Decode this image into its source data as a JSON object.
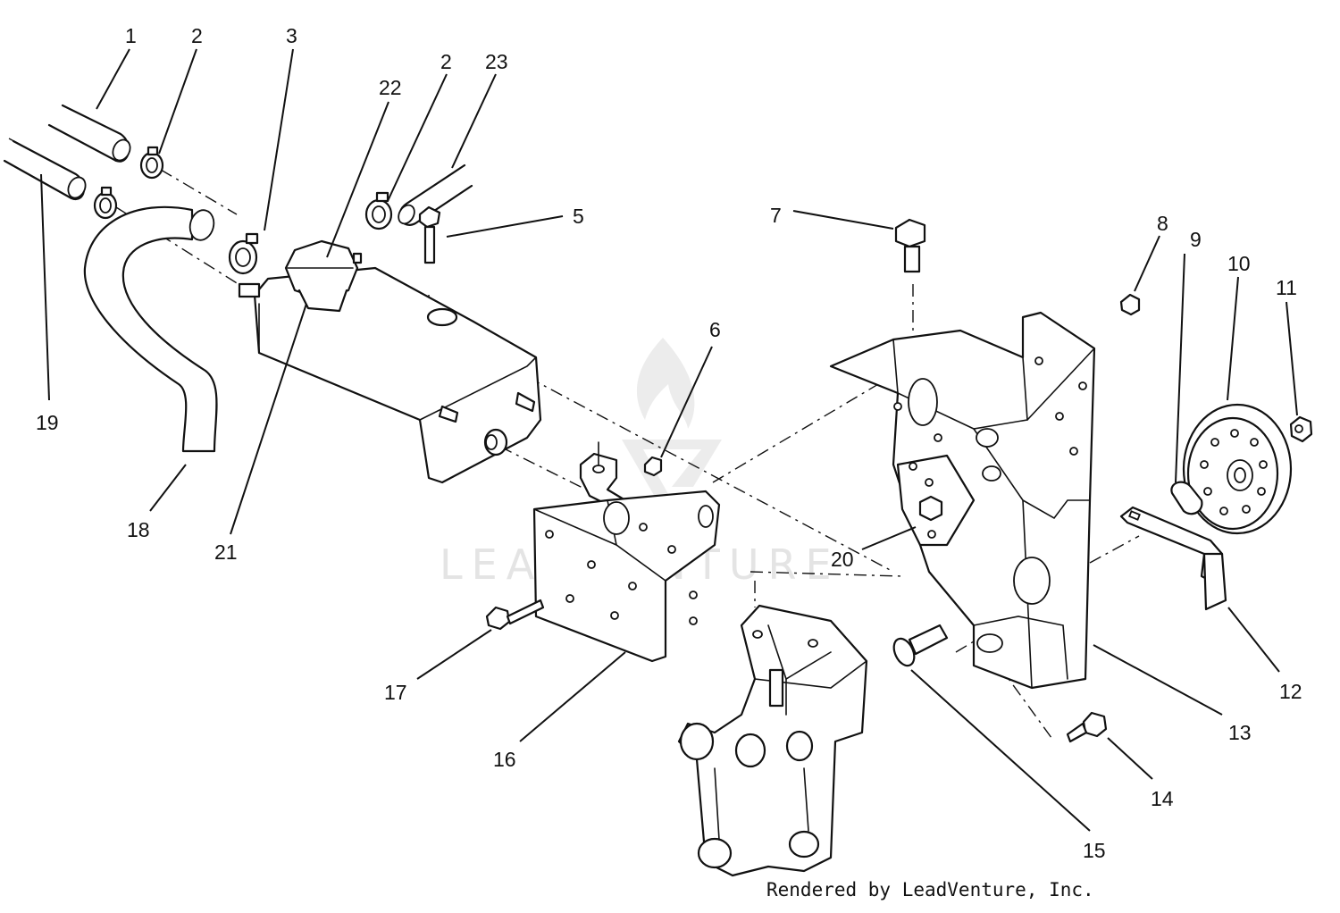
{
  "watermark": {
    "text": "LEADVENTURE"
  },
  "credit": "Rendered by LeadVenture, Inc.",
  "callouts": [
    "1",
    "2",
    "3",
    "22",
    "2",
    "23",
    "5",
    "7",
    "8",
    "9",
    "10",
    "11",
    "6",
    "19",
    "18",
    "21",
    "20",
    "17",
    "16",
    "12",
    "13",
    "14",
    "15"
  ]
}
